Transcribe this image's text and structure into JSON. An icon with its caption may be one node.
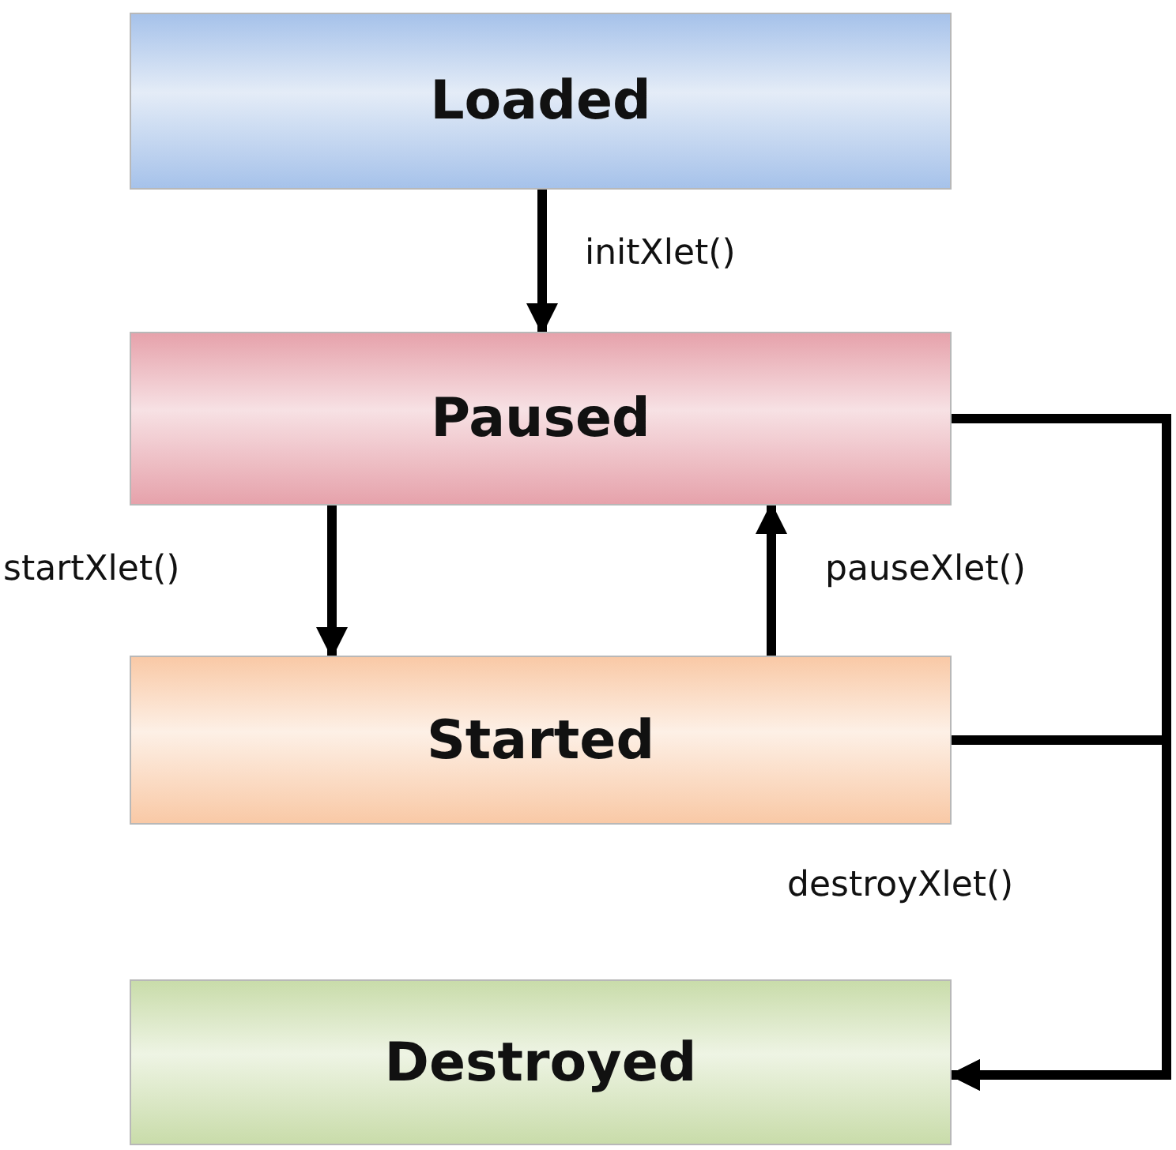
{
  "diagram": {
    "nodes": [
      {
        "text": [
          "Loaded"
        ]
      },
      {
        "text": [
          "Paused"
        ]
      },
      {
        "text": [
          "Started"
        ]
      },
      {
        "text": [
          "Destroyed"
        ]
      }
    ],
    "edges": [
      {
        "from": 0,
        "to": 1,
        "arrow": "to",
        "label": "initXlet()"
      },
      {
        "from": 1,
        "to": 2,
        "arrow": "to",
        "label": "startXlet()"
      },
      {
        "from": 2,
        "to": 1,
        "arrow": "to",
        "label": "pauseXlet()"
      },
      {
        "from": 1,
        "to": 3,
        "arrow": "to"
      },
      {
        "from": 2,
        "to": 3,
        "arrow": "to",
        "label": "destroyXlet()"
      }
    ]
  }
}
